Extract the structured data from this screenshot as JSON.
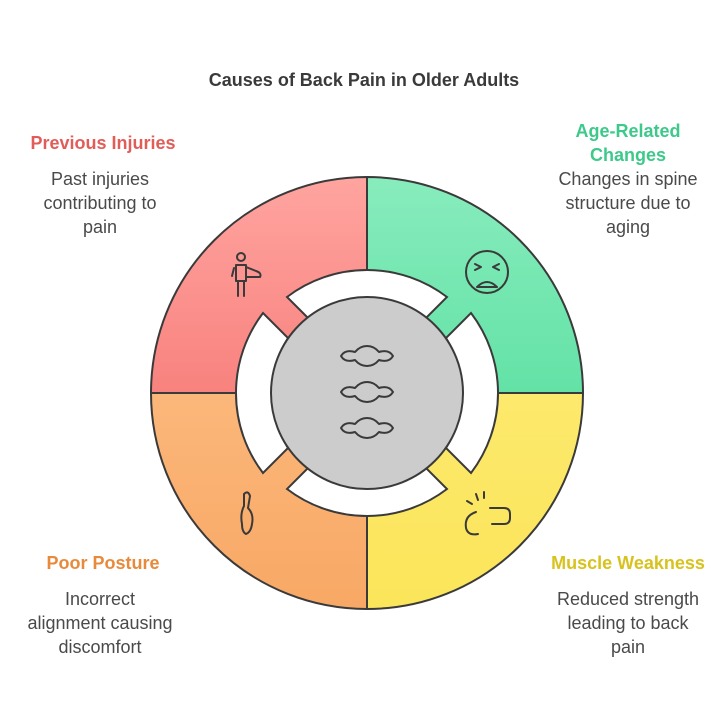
{
  "title": "Causes of Back Pain in Older Adults",
  "colors": {
    "previous_injuries": "#f8827e",
    "age_related": "#63e2a6",
    "poor_posture": "#f8a865",
    "muscle_weakness": "#fbe55a",
    "center": "#cccccc",
    "outline": "#3a3a3a"
  },
  "sections": {
    "previous_injuries": {
      "heading": "Previous Injuries",
      "lines": [
        "Past injuries",
        "contributing to",
        "pain"
      ],
      "icon": "injured-person-icon"
    },
    "age_related": {
      "heading_lines": [
        "Age-Related",
        "Changes"
      ],
      "lines": [
        "Changes in spine",
        "structure due to",
        "aging"
      ],
      "icon": "distressed-face-icon"
    },
    "poor_posture": {
      "heading": "Poor Posture",
      "lines": [
        "Incorrect",
        "alignment causing",
        "discomfort"
      ],
      "icon": "slouched-posture-icon"
    },
    "muscle_weakness": {
      "heading": "Muscle Weakness",
      "lines": [
        "Reduced strength",
        "leading to back",
        "pain"
      ],
      "icon": "weak-arm-icon"
    }
  },
  "center_icon": "spine-vertebrae-icon"
}
